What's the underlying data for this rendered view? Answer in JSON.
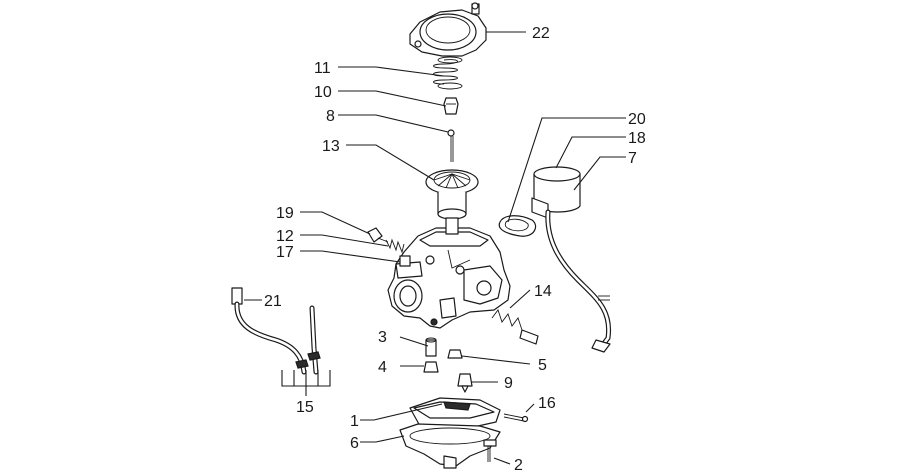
{
  "callouts": [
    {
      "id": "22",
      "label": "22"
    },
    {
      "id": "11",
      "label": "11"
    },
    {
      "id": "10",
      "label": "10"
    },
    {
      "id": "8",
      "label": "8"
    },
    {
      "id": "13",
      "label": "13"
    },
    {
      "id": "20",
      "label": "20"
    },
    {
      "id": "18",
      "label": "18"
    },
    {
      "id": "7",
      "label": "7"
    },
    {
      "id": "19",
      "label": "19"
    },
    {
      "id": "12",
      "label": "12"
    },
    {
      "id": "17",
      "label": "17"
    },
    {
      "id": "21",
      "label": "21"
    },
    {
      "id": "14",
      "label": "14"
    },
    {
      "id": "3",
      "label": "3"
    },
    {
      "id": "5",
      "label": "5"
    },
    {
      "id": "4",
      "label": "4"
    },
    {
      "id": "9",
      "label": "9"
    },
    {
      "id": "15",
      "label": "15"
    },
    {
      "id": "16",
      "label": "16"
    },
    {
      "id": "1",
      "label": "1"
    },
    {
      "id": "6",
      "label": "6"
    },
    {
      "id": "2",
      "label": "2"
    }
  ]
}
